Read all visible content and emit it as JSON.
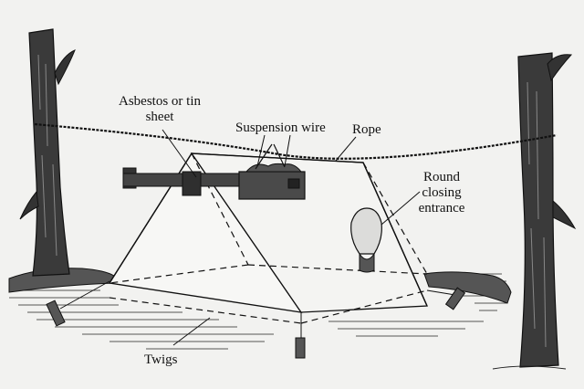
{
  "labels": {
    "asbestos": "Asbestos or tin sheet",
    "suspension_wire": "Suspension wire",
    "rope": "Rope",
    "round_entrance": "Round closing entrance",
    "twigs": "Twigs"
  },
  "colors": {
    "background": "#f2f2f0",
    "ink": "#111111"
  }
}
